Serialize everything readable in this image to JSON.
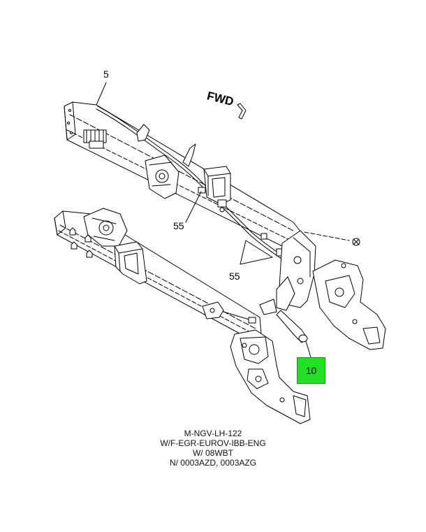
{
  "orientation": {
    "label": "FWD"
  },
  "callouts": {
    "frame_rail": "5",
    "clip_upper": "55",
    "clip_lower": "55",
    "highlighted_part": "10"
  },
  "caption": {
    "lines": [
      "M-NGV-LH-122",
      "W/F-EGR-EUROV-IBB-ENG",
      "W/ 08WBT",
      "N/ 0003AZD, 0003AZG"
    ]
  },
  "colors": {
    "highlight": "#22e022",
    "linework": "#000000"
  }
}
